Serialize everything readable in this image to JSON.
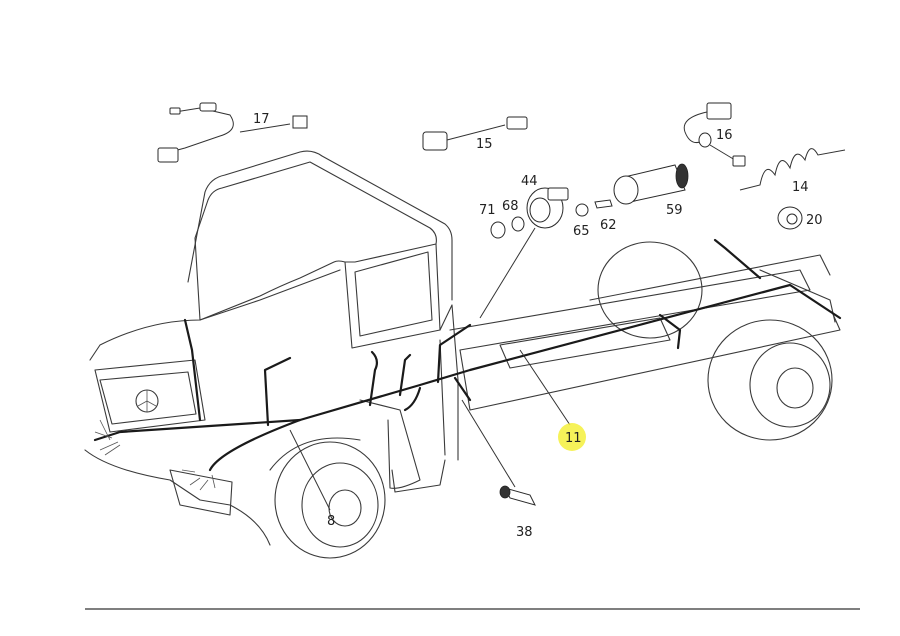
{
  "callouts": {
    "c17": "17",
    "c15": "15",
    "c44": "44",
    "c71": "71",
    "c68": "68",
    "c65": "65",
    "c62": "62",
    "c59": "59",
    "c16": "16",
    "c14": "14",
    "c20": "20",
    "c11": "11",
    "c8": "8",
    "c38": "38"
  },
  "highlight_color": "#f5f03c"
}
